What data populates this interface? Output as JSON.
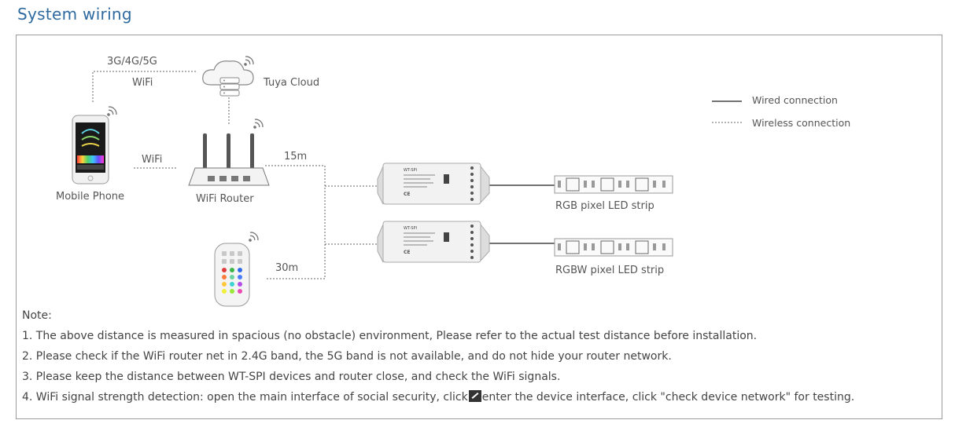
{
  "header": {
    "title": "System wiring"
  },
  "diagram": {
    "labels": {
      "cellular": "3G/4G/5G",
      "wifi_top": "WiFi",
      "cloud": "Tuya Cloud",
      "wifi_mid": "WiFi",
      "phone": "Mobile Phone",
      "router": "WiFi Router",
      "dist1": "15m",
      "dist2": "30m",
      "strip1": "RGB pixel LED strip",
      "strip2": "RGBW pixel LED strip",
      "controller_model": "WT-SPI",
      "ce": "CE"
    },
    "legend": {
      "wired": "Wired connection",
      "wireless": "Wireless connection"
    }
  },
  "notes": {
    "heading": "Note:",
    "items": [
      "1. The above distance is measured in spacious (no obstacle) environment, Please refer to the actual test distance before installation.",
      "2. Please check if the WiFi router net in 2.4G band, the 5G band is not available, and do not hide your router network.",
      "3. Please keep the distance between WT-SPI devices and router close, and check the WiFi signals."
    ],
    "item4_before": "4. WiFi signal strength detection: open the main interface of social security, click",
    "item4_after": "enter the device interface, click \"check device network\" for testing."
  }
}
